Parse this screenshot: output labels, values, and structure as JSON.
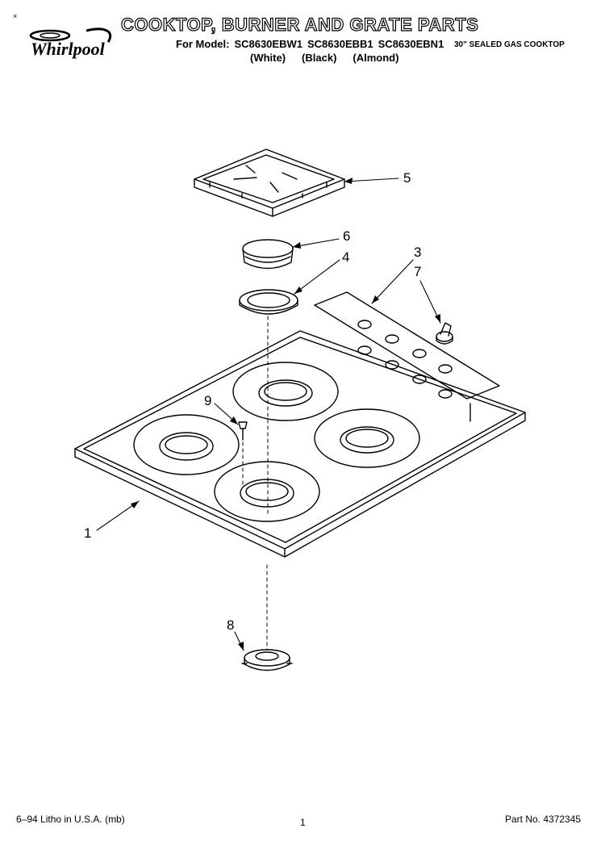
{
  "header": {
    "brand": "Whirlpool",
    "title": "COOKTOP, BURNER AND GRATE PARTS",
    "model_prefix": "For Model:",
    "models": [
      "SC8630EBW1",
      "SC8630EBB1",
      "SC8630EBN1"
    ],
    "colors": [
      "(White)",
      "(Black)",
      "(Almond)"
    ],
    "product_type": "30\" SEALED GAS COOKTOP"
  },
  "callouts": {
    "c1": "1",
    "c3": "3",
    "c4": "4",
    "c5": "5",
    "c6": "6",
    "c7": "7",
    "c8": "8",
    "c9": "9"
  },
  "footer": {
    "litho": "6–94 Litho in U.S.A. (mb)",
    "page": "1",
    "part_number": "Part No. 4372345"
  },
  "colors": {
    "ink": "#000000",
    "paper": "#ffffff"
  }
}
